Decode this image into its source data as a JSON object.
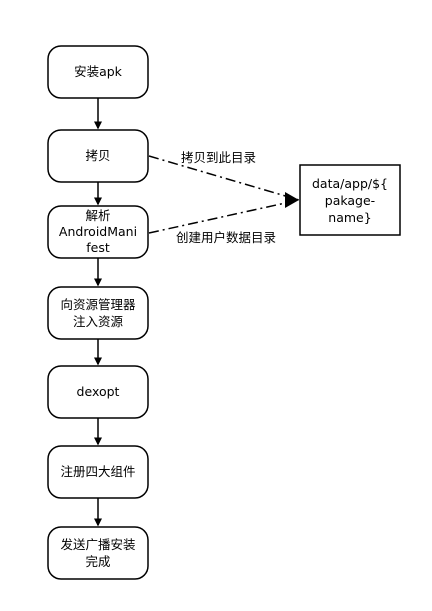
{
  "colors": {
    "stroke": "#000000",
    "fill": "#ffffff",
    "text": "#000000"
  },
  "steps": [
    {
      "id": "install",
      "lines": [
        "安装apk"
      ]
    },
    {
      "id": "copy",
      "lines": [
        "拷贝"
      ]
    },
    {
      "id": "parse",
      "lines": [
        "解析",
        "AndroidMani",
        "fest"
      ]
    },
    {
      "id": "inject",
      "lines": [
        "向资源管理器",
        "注入资源"
      ]
    },
    {
      "id": "dexopt",
      "lines": [
        "dexopt"
      ]
    },
    {
      "id": "register",
      "lines": [
        "注册四大组件"
      ]
    },
    {
      "id": "broadcast",
      "lines": [
        "发送广播安装",
        "完成"
      ]
    }
  ],
  "target": {
    "lines": [
      "data/app/${",
      "pakage-",
      "name}"
    ]
  },
  "edge_labels": {
    "copy_to": "拷贝到此目录",
    "create_dir": "创建用户数据目录"
  }
}
